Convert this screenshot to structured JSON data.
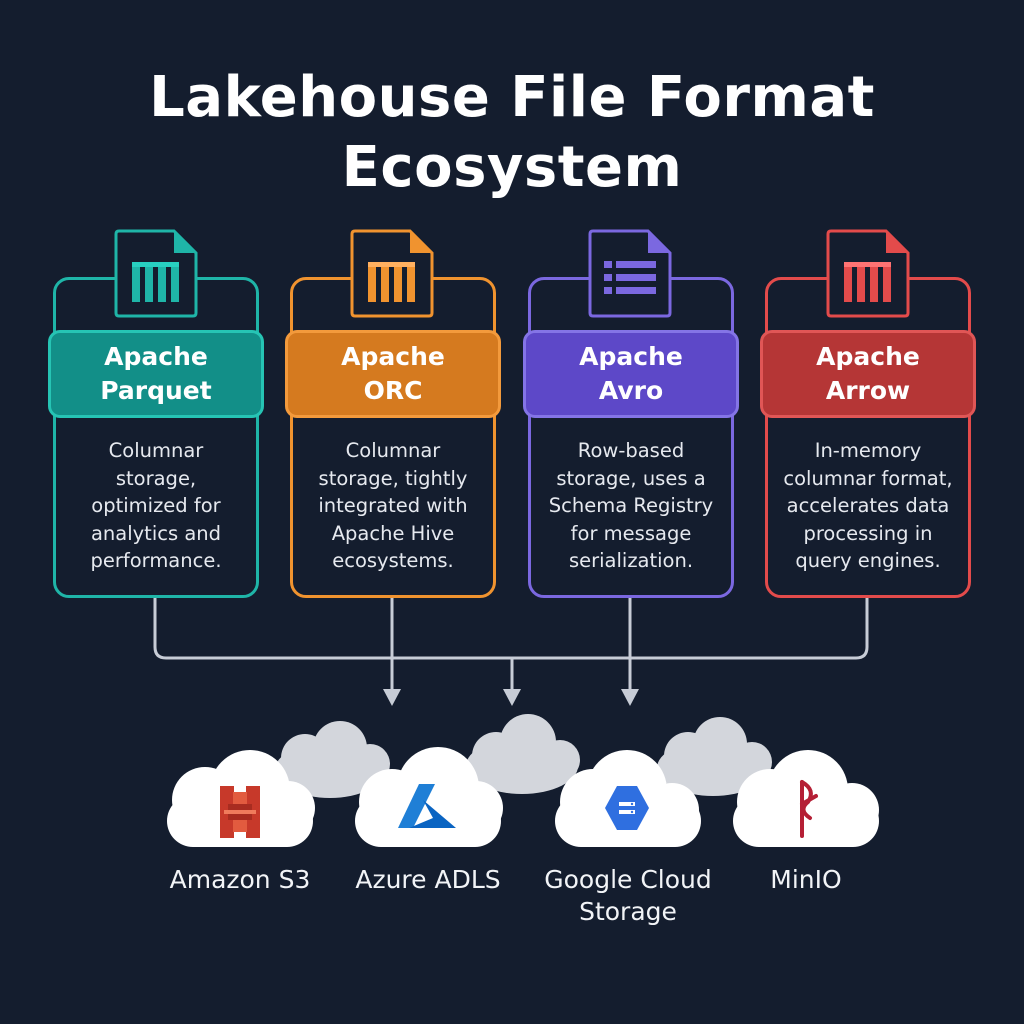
{
  "title": {
    "line1": "Lakehouse File Format",
    "line2": "Ecosystem"
  },
  "colors": {
    "background": "#141d2e",
    "parquet": "#1fb5a8",
    "orc": "#f0932f",
    "avro": "#7b68e0",
    "arrow": "#e34b4b",
    "connector": "#c7ccd6"
  },
  "formats": [
    {
      "name_line1": "Apache",
      "name_line2": "Parquet",
      "icon": "columnar-file-icon",
      "description": [
        "Columnar",
        "storage,",
        "optimized for",
        "analytics and",
        "performance."
      ]
    },
    {
      "name_line1": "Apache",
      "name_line2": "ORC",
      "icon": "columnar-file-icon",
      "description": [
        "Columnar",
        "storage, tightly",
        "integrated with",
        "Apache Hive",
        "ecosystems."
      ]
    },
    {
      "name_line1": "Apache",
      "name_line2": "Avro",
      "icon": "row-file-icon",
      "description": [
        "Row-based",
        "storage, uses a",
        "Schema Registry",
        "for message",
        "serialization."
      ]
    },
    {
      "name_line1": "Apache",
      "name_line2": "Arrow",
      "icon": "columnar-file-icon",
      "description": [
        "In-memory",
        "columnar format,",
        "accelerates data",
        "processing in",
        "query engines."
      ]
    }
  ],
  "storage": [
    {
      "label_line1": "Amazon S3",
      "label_line2": "",
      "icon": "amazon-s3-icon"
    },
    {
      "label_line1": "Azure ADLS",
      "label_line2": "",
      "icon": "azure-icon"
    },
    {
      "label_line1": "Google Cloud",
      "label_line2": "Storage",
      "icon": "google-cloud-storage-icon"
    },
    {
      "label_line1": "MinIO",
      "label_line2": "",
      "icon": "minio-icon"
    }
  ]
}
